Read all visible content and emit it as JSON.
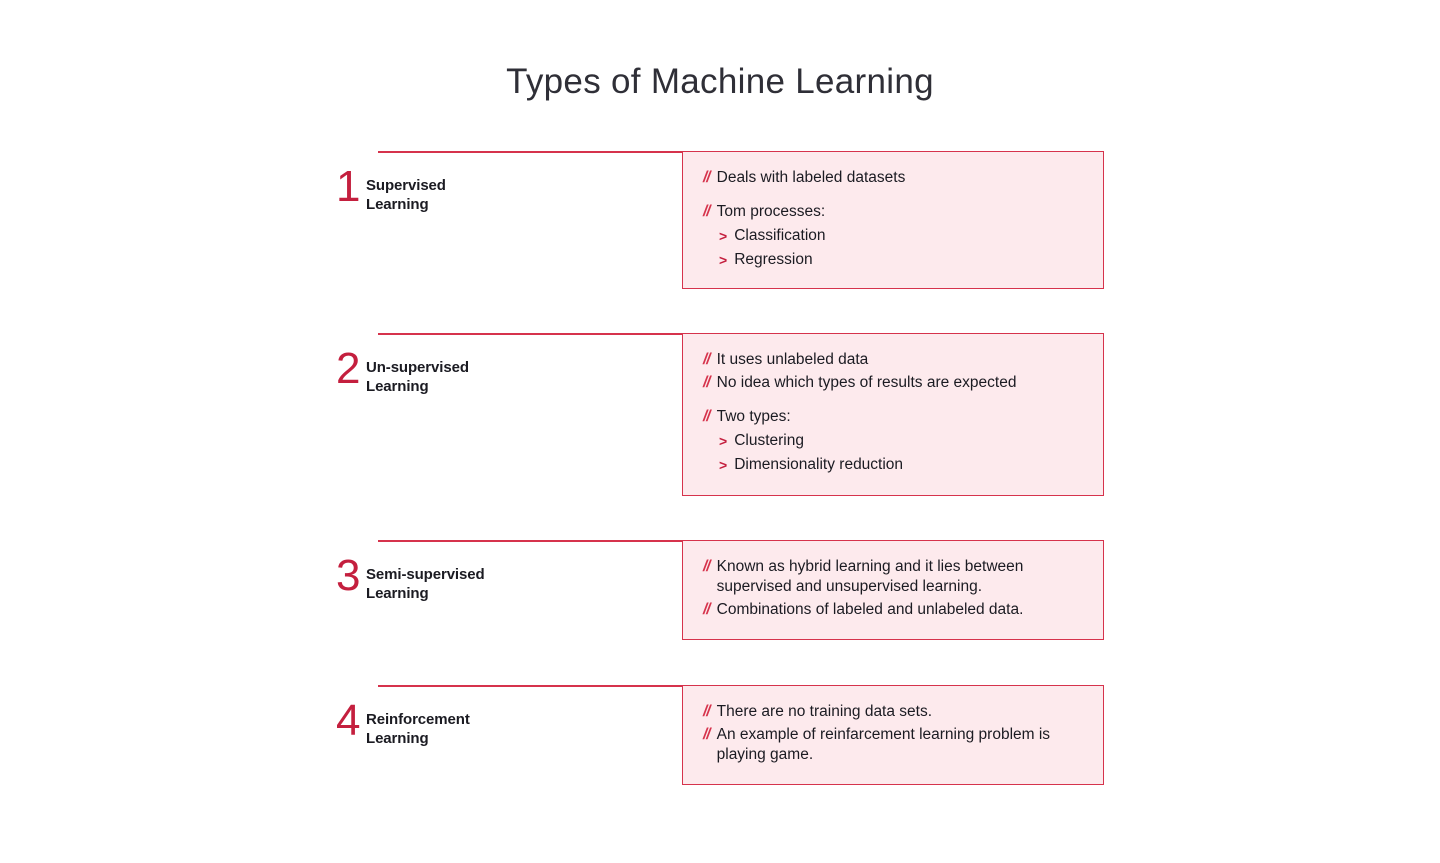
{
  "slide": {
    "title": "Types of Machine Learning",
    "background_color": "#ffffff",
    "accent_color": "#d6334c",
    "number_color": "#c41f3e",
    "callout_fill": "#fdeaed",
    "text_color": "#1b1b22",
    "title_color": "#2f2f37"
  },
  "markers": {
    "bullet": "//",
    "subitem": ">"
  },
  "sections": [
    {
      "number": "1",
      "heading_line1": "Supervised",
      "heading_line2": "Learning",
      "bullets": [
        {
          "text": "Deals with labeled datasets",
          "gap": false,
          "subitems": []
        },
        {
          "text": "Tom processes:",
          "gap": true,
          "subitems": [
            "Classification",
            "Regression"
          ]
        }
      ]
    },
    {
      "number": "2",
      "heading_line1": "Un-supervised",
      "heading_line2": "Learning",
      "bullets": [
        {
          "text": "It uses unlabeled data",
          "gap": false,
          "subitems": []
        },
        {
          "text": "No idea which types of results are expected",
          "gap": false,
          "subitems": []
        },
        {
          "text": "Two types:",
          "gap": true,
          "subitems": [
            "Clustering",
            "Dimensionality reduction"
          ]
        }
      ]
    },
    {
      "number": "3",
      "heading_line1": "Semi-supervised",
      "heading_line2": "Learning",
      "bullets": [
        {
          "text": "Known as hybrid learning and it lies between supervised and unsupervised learning.",
          "gap": false,
          "subitems": []
        },
        {
          "text": "Combinations of labeled and unlabeled data.",
          "gap": false,
          "subitems": []
        }
      ]
    },
    {
      "number": "4",
      "heading_line1": "Reinforcement",
      "heading_line2": "Learning",
      "bullets": [
        {
          "text": "There are no training data sets.",
          "gap": false,
          "subitems": []
        },
        {
          "text": "An example of reinfarcement learning problem is playing game.",
          "gap": false,
          "subitems": []
        }
      ]
    }
  ]
}
